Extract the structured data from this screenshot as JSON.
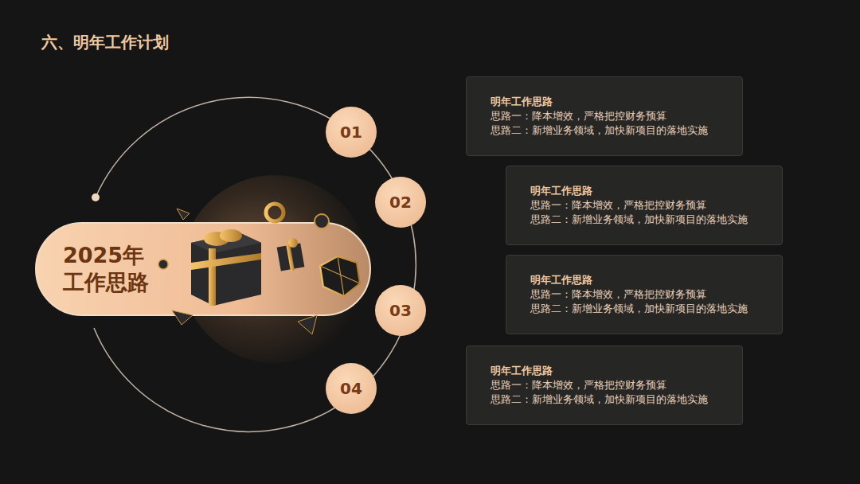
{
  "diagram": {
    "title": "六、明年工作计划",
    "nodes": [
      {
        "text": [
          "2025年 工作思路"
        ]
      },
      {
        "text": [
          "01"
        ]
      },
      {
        "text": [
          "明年工作思路",
          "思路一：降本增效，严格把控财务预算",
          "思路二：新增业务领域，加快新项目的落地实施"
        ]
      },
      {
        "text": [
          "02"
        ]
      },
      {
        "text": [
          "明年工作思路",
          "思路一：降本增效，严格把控财务预算",
          "思路二：新增业务领域，加快新项目的落地实施"
        ]
      },
      {
        "text": [
          "03"
        ]
      },
      {
        "text": [
          "明年工作思路",
          "思路一：降本增效，严格把控财务预算",
          "思路二：新增业务领域，加快新项目的落地实施"
        ]
      },
      {
        "text": [
          "04"
        ]
      },
      {
        "text": [
          "明年工作思路",
          "思路一：降本增效，严格把控财务预算",
          "思路二：新增业务领域，加快新项目的落地实施"
        ]
      }
    ]
  }
}
